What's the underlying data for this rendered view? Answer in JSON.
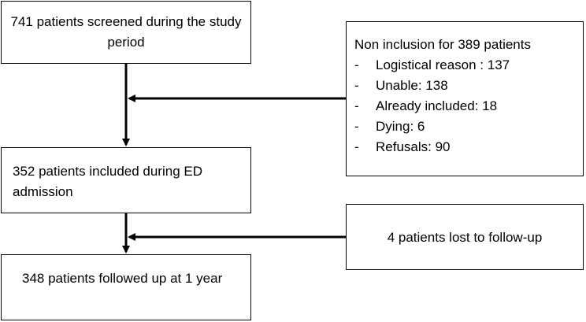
{
  "flow": {
    "screened": "741 patients screened during the study period",
    "included": "352 patients included during ED admission",
    "followed": "348 patients followed up at 1 year"
  },
  "exclusion": {
    "title": "Non inclusion for 389 patients",
    "bullet": "-",
    "items": [
      "Logistical reason : 137",
      "Unable: 138",
      "Already included: 18",
      "Dying: 6",
      "Refusals: 90"
    ]
  },
  "lost": {
    "label": "4 patients lost to follow-up"
  }
}
